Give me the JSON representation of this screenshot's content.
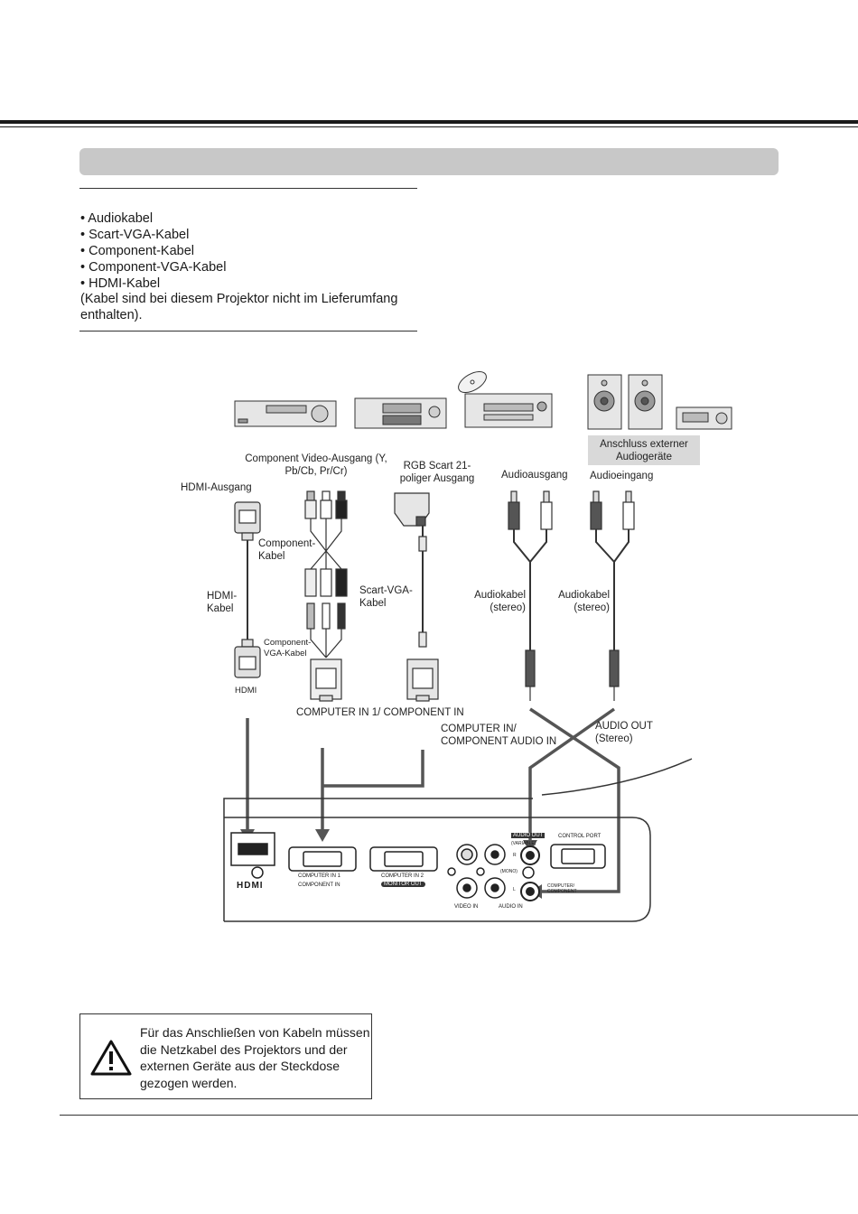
{
  "cables": {
    "items": [
      "• Audiokabel",
      "• Scart-VGA-Kabel",
      "• Component-Kabel",
      "• Component-VGA-Kabel",
      "• HDMI-Kabel"
    ],
    "note": "(Kabel sind bei diesem Projektor nicht im Lieferumfang enthalten)."
  },
  "labels": {
    "component_video_out": "Component Video-Ausgang (Y, Pb/Cb, Pr/Cr)",
    "rgb_scart": "RGB Scart 21-poliger Ausgang",
    "ext_audio": "Anschluss externer Audiogeräte",
    "audio_out": "Audioausgang",
    "audio_in": "Audioeingang",
    "hdmi_out": "HDMI-Ausgang",
    "component_cable": "Component-Kabel",
    "hdmi_cable": "HDMI-Kabel",
    "scart_vga_cable": "Scart-VGA-Kabel",
    "audio_cable_1": "Audiokabel (stereo)",
    "audio_cable_2": "Audiokabel (stereo)",
    "component_vga_cable": "Component-VGA-Kabel",
    "hdmi": "HDMI",
    "computer_in1": "COMPUTER IN 1/ COMPONENT IN",
    "computer_audio_in": "COMPUTER IN/ COMPONENT AUDIO IN",
    "audio_out_stereo": "AUDIO OUT (Stereo)"
  },
  "panel": {
    "hdmi_logo": "HDMI",
    "computer_in1": "COMPUTER IN 1",
    "component_in": "COMPONENT IN",
    "computer_in2": "COMPUTER IN 2",
    "monitor_out": "MONITOR OUT",
    "video_in": "VIDEO IN",
    "audio_in": "AUDIO IN",
    "audio_out": "AUDIO OUT",
    "variable": "(VARIABLE)",
    "control_port": "CONTROL PORT",
    "mono": "(MONO)",
    "r": "R",
    "l": "L",
    "computer_component": "COMPUTER/ COMPONENT"
  },
  "warning": {
    "text": "Für das Anschließen von Kabeln müssen die Netzkabel des Projektors und der externen Geräte aus der Steckdose gezogen werden."
  }
}
